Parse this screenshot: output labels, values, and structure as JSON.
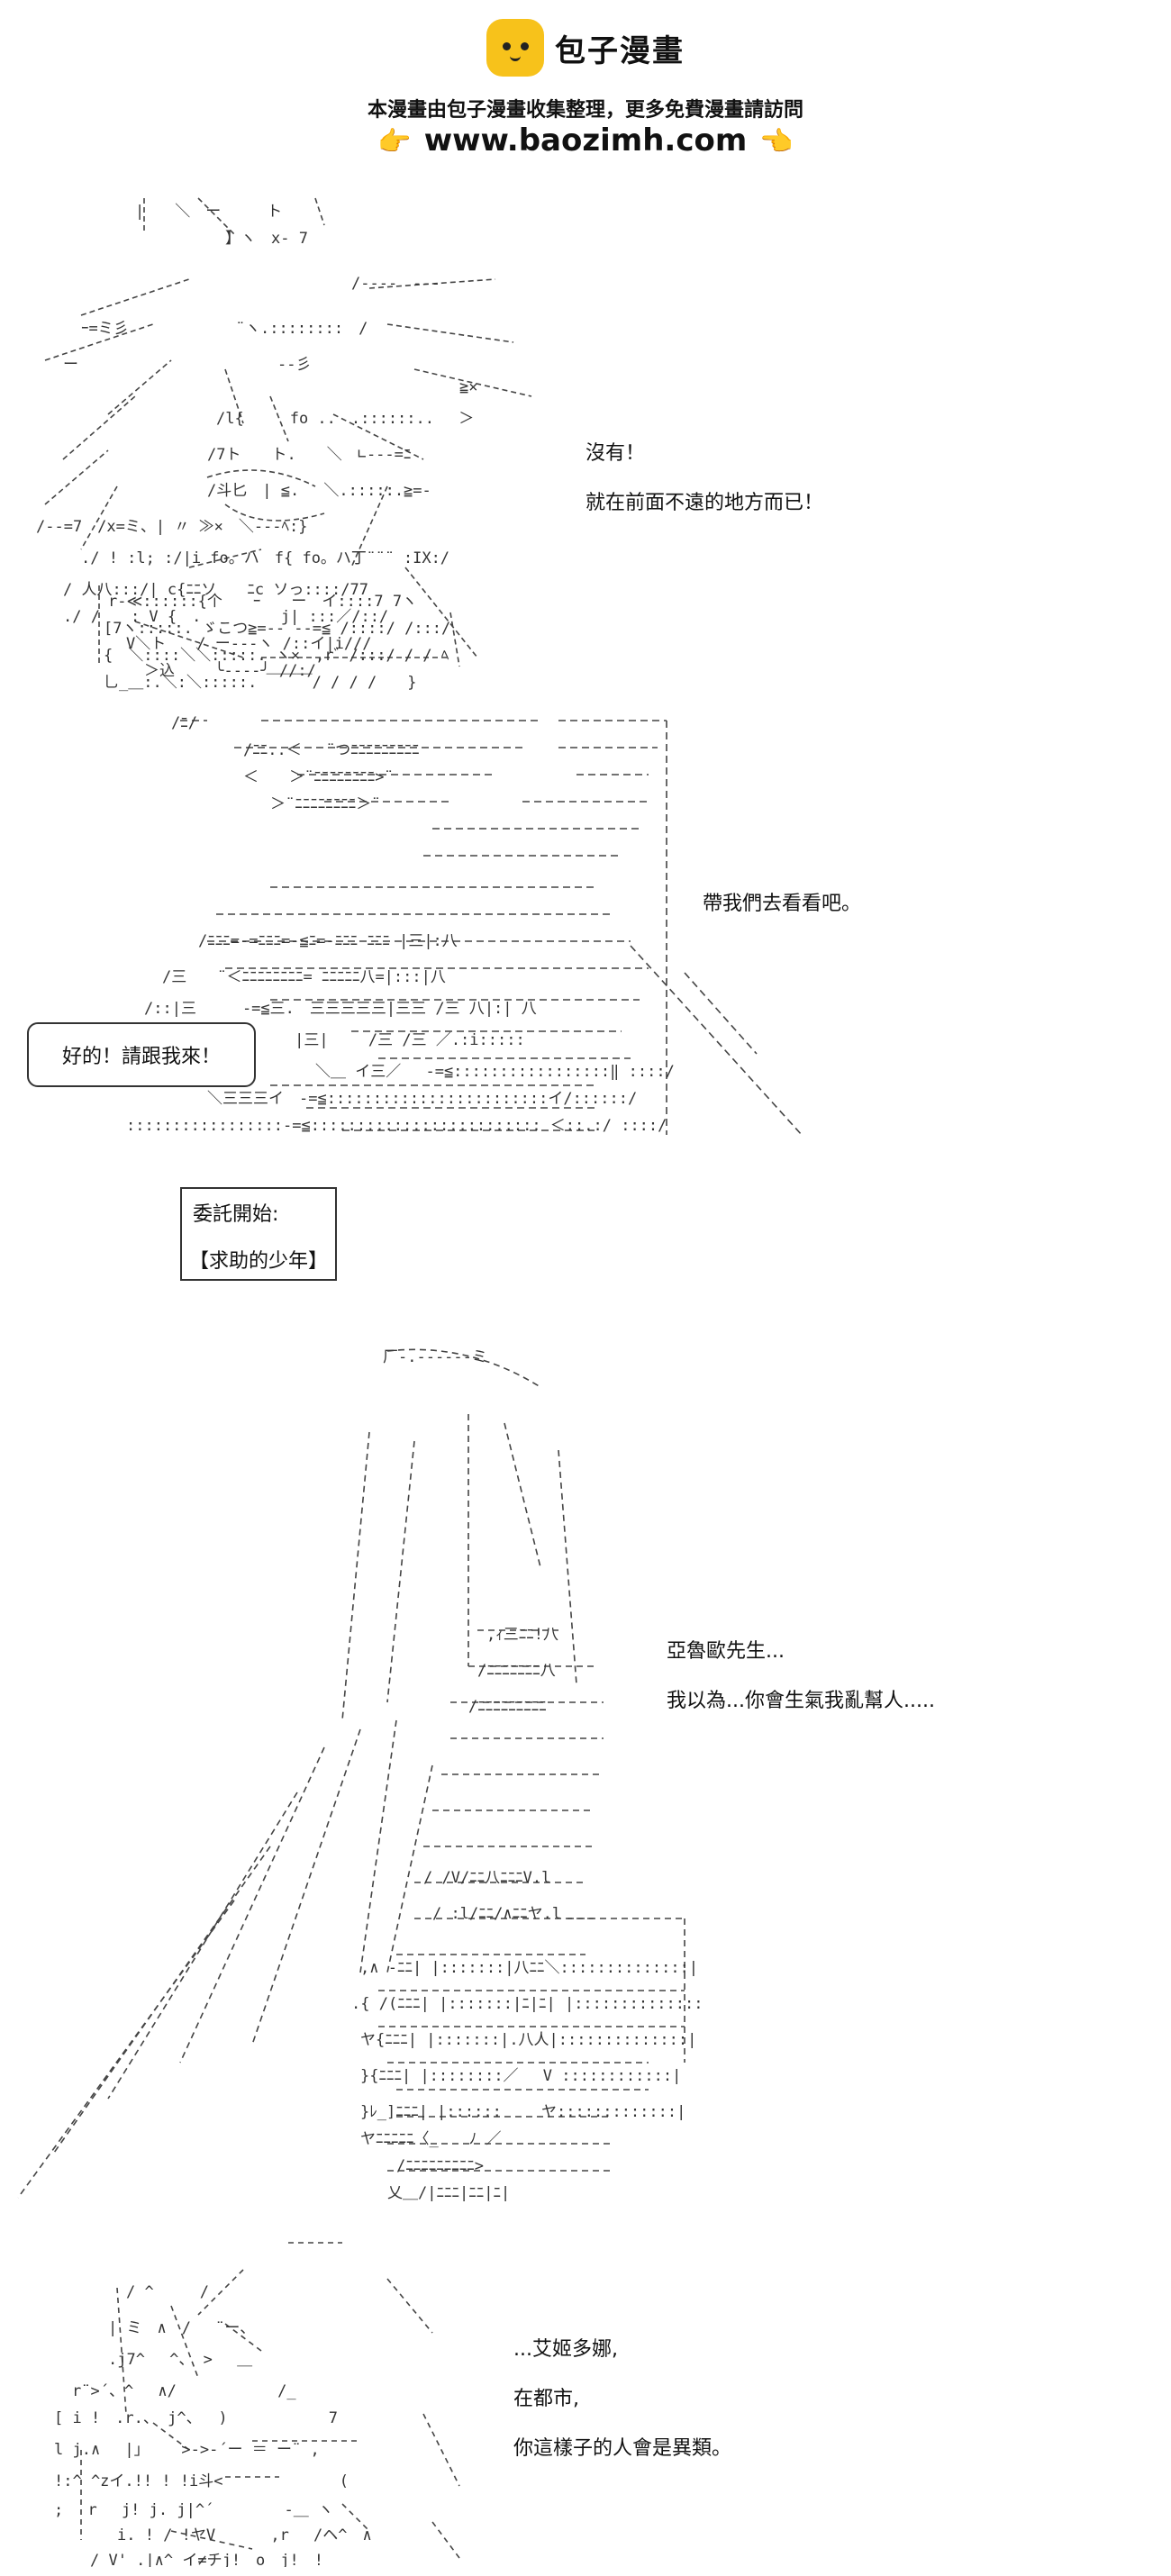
{
  "header": {
    "logo_text": "包子漫畫",
    "notice": "本漫畫由包子漫畫收集整理，更多免費漫畫請訪問",
    "site_url": "www.baozimh.com",
    "hand_left": "👉",
    "hand_right": "👈"
  },
  "panel1": {
    "line1": "沒有！",
    "line2": "就在前面不遠的地方而已！"
  },
  "panel2": {
    "line1": "帶我們去看看吧。",
    "bubble": "好的！請跟我來！"
  },
  "quest": {
    "label": "委託開始:",
    "title": "【求助的少年】"
  },
  "panel3": {
    "line1": "亞魯歐先生...",
    "line2": "我以為...你會生氣我亂幫人....."
  },
  "panel4": {
    "line1": "...艾姬多娜,",
    "line2": "在都市,",
    "line3": "你這樣子的人會是異類。"
  },
  "colors": {
    "logo": "#f7c21b",
    "hand": "#f0a800",
    "ink": "#333333"
  }
}
